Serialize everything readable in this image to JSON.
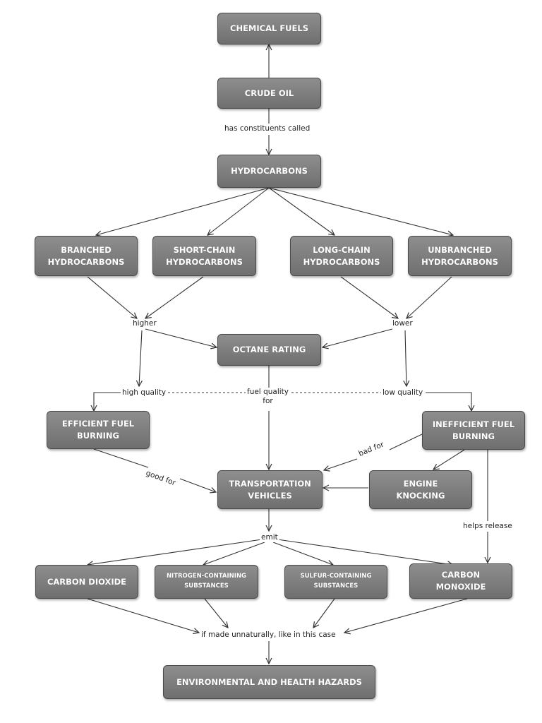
{
  "nodes": {
    "chemical_fuels": "CHEMICAL FUELS",
    "crude_oil": "CRUDE OIL",
    "hydrocarbons": "HYDROCARBONS",
    "branched": "BRANCHED\nHYDROCARBONS",
    "short_chain": "SHORT-CHAIN\nHYDROCARBONS",
    "long_chain": "LONG-CHAIN\nHYDROCARBONS",
    "unbranched": "UNBRANCHED\nHYDROCARBONS",
    "octane_rating": "OCTANE RATING",
    "efficient": "EFFICIENT FUEL\nBURNING",
    "inefficient": "INEFFICIENT FUEL\nBURNING",
    "transportation": "TRANSPORTATION\nVEHICLES",
    "engine_knocking": "ENGINE\nKNOCKING",
    "carbon_dioxide": "CARBON DIOXIDE",
    "nitrogen": "NITROGEN-CONTAINING\nSUBSTANCES",
    "sulfur": "SULFUR-CONTAINING\nSUBSTANCES",
    "carbon_monoxide": "CARBON\nMONOXIDE",
    "hazards": "ENVIRONMENTAL AND HEALTH HAZARDS"
  },
  "labels": {
    "has_constituents": "has constituents called",
    "higher": "higher",
    "lower": "lower",
    "high_quality": "high quality",
    "fuel_quality_for": "fuel quality\nfor",
    "low_quality": "low quality",
    "good_for": "good for",
    "bad_for": "bad for",
    "helps_release": "helps release",
    "emit": "emit",
    "if_made": "if made unnaturally, like in this case"
  },
  "colors": {
    "node_fill_top": "#8e8e8e",
    "node_fill_bottom": "#6f6f6f",
    "node_border": "#4a4a4a",
    "node_text": "#ffffff",
    "line": "#333333"
  }
}
